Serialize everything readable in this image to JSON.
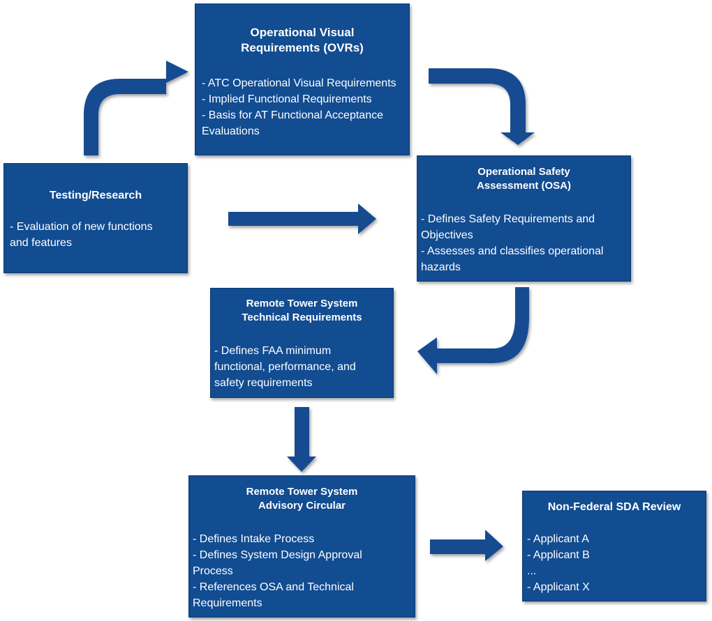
{
  "colors": {
    "box_fill": "#124c91",
    "arrow_fill": "#124c91",
    "text": "#ffffff"
  },
  "boxes": {
    "ovr": {
      "title": [
        "Operational Visual",
        "Requirements (OVRs)"
      ],
      "items": [
        "- ATC Operational Visual Requirements",
        "- Implied Functional Requirements",
        "- Basis for AT Functional Acceptance Evaluations"
      ]
    },
    "testing": {
      "title": [
        "Testing/Research"
      ],
      "items": [
        "- Evaluation of new functions and features"
      ]
    },
    "osa": {
      "title": [
        "Operational Safety",
        "Assessment (OSA)"
      ],
      "items": [
        "- Defines Safety Requirements and Objectives",
        "- Assesses and classifies operational hazards"
      ]
    },
    "tech": {
      "title": [
        "Remote Tower System",
        "Technical Requirements"
      ],
      "items": [
        "- Defines FAA minimum functional, performance, and safety requirements"
      ]
    },
    "ac": {
      "title": [
        "Remote Tower System",
        "Advisory Circular"
      ],
      "items": [
        "- Defines Intake Process",
        "- Defines System Design Approval Process",
        "- References OSA and Technical Requirements"
      ]
    },
    "sda": {
      "title": [
        "Non-Federal SDA Review"
      ],
      "items": [
        "- Applicant A",
        "- Applicant B",
        "...",
        "- Applicant X"
      ]
    }
  }
}
